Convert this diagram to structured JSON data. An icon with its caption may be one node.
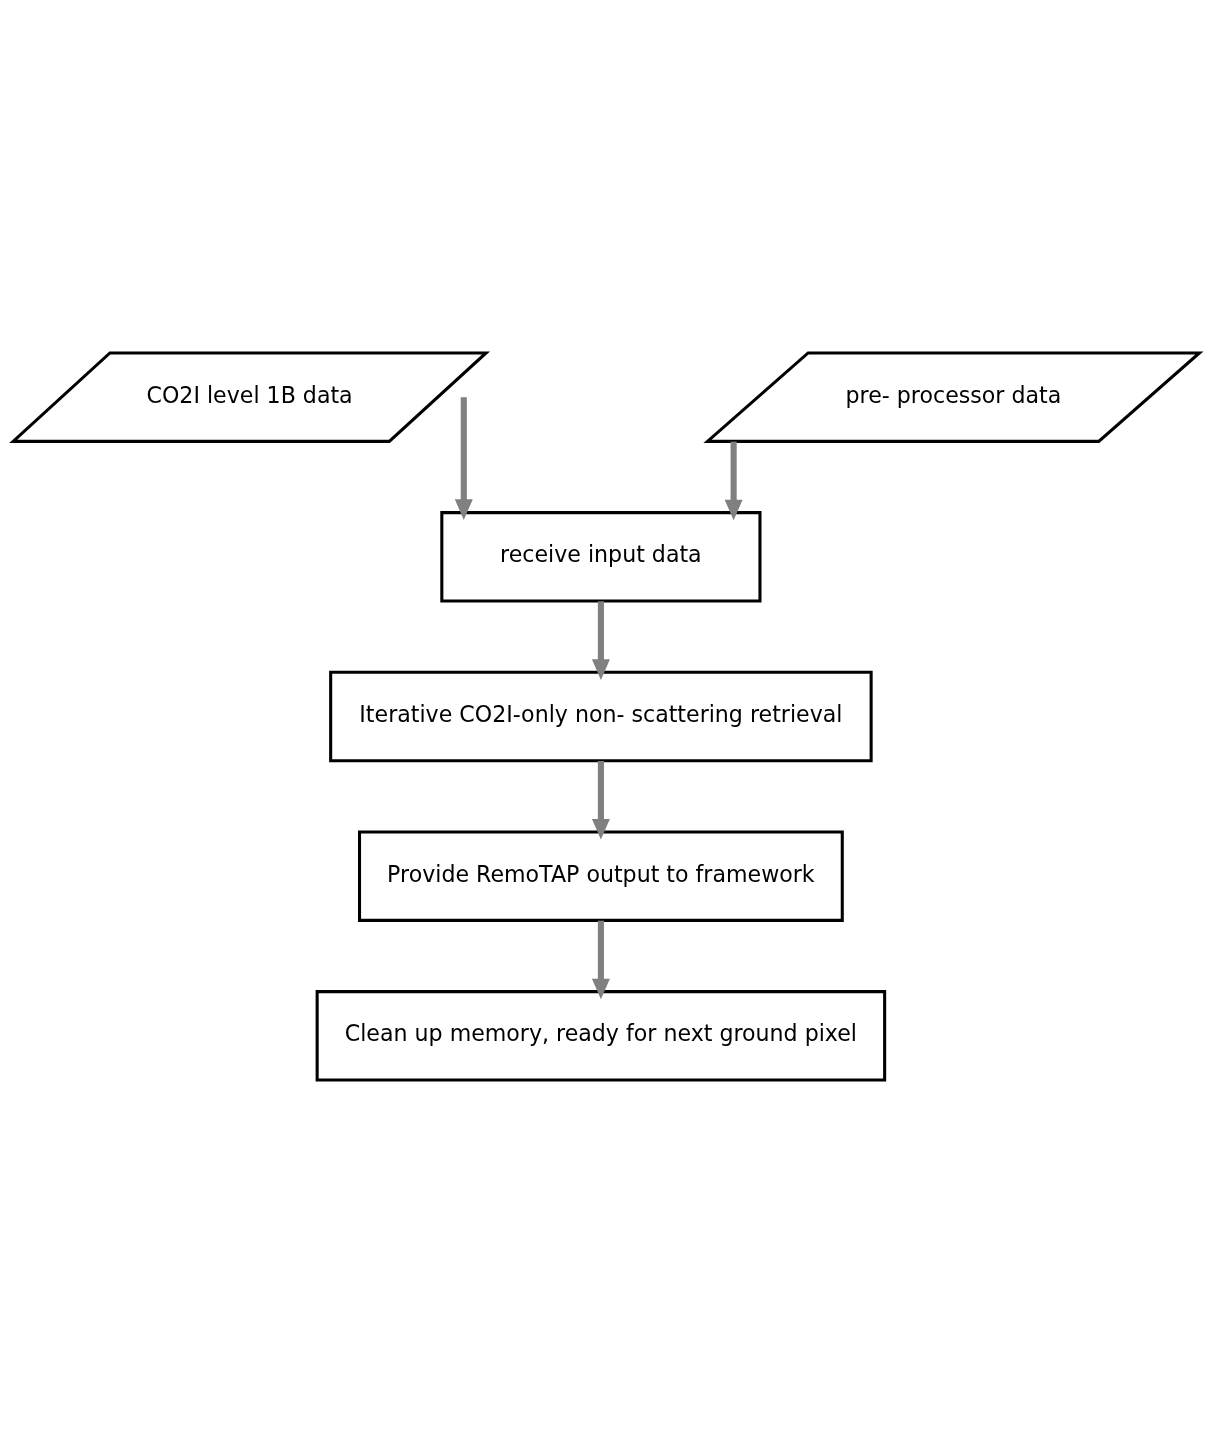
{
  "diagram": {
    "nodes": [
      {
        "text": [
          "CO2I level 1B data"
        ]
      },
      {
        "text": [
          "pre- processor data"
        ]
      },
      {
        "text": [
          "receive input data"
        ]
      },
      {
        "text": [
          "Iterative CO2I-only non- scattering retrieval"
        ]
      },
      {
        "text": [
          "Provide RemoTAP output to framework"
        ]
      },
      {
        "text": [
          "Clean up memory, ready for next ground pixel"
        ]
      }
    ],
    "edges": [
      {
        "from": 0,
        "to": 2,
        "arrow": "to"
      },
      {
        "from": 1,
        "to": 2,
        "arrow": "to"
      },
      {
        "from": 2,
        "to": 3,
        "arrow": "to"
      },
      {
        "from": 3,
        "to": 4,
        "arrow": "to"
      },
      {
        "from": 4,
        "to": 5,
        "arrow": "to"
      }
    ]
  }
}
